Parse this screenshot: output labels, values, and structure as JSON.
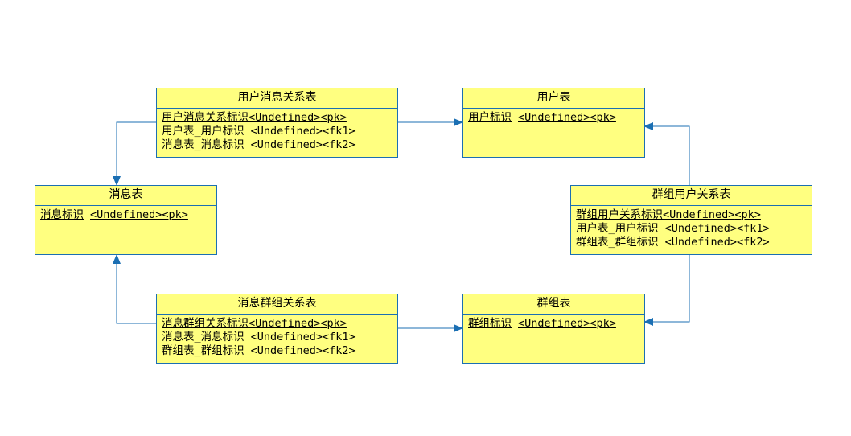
{
  "colors": {
    "entity_fill": "#ffff80",
    "entity_border": "#1b6fb3",
    "connector": "#1b6fb3"
  },
  "entities": {
    "user_msg_rel": {
      "title": "用户消息关系表",
      "attrs": [
        {
          "name": "用户消息关系标识",
          "type": "<Undefined>",
          "key": "<pk>"
        },
        {
          "name": "用户表_用户标识",
          "type": "<Undefined>",
          "key": "<fk1>"
        },
        {
          "name": "消息表_消息标识",
          "type": "<Undefined>",
          "key": "<fk2>"
        }
      ]
    },
    "user": {
      "title": "用户表",
      "attrs": [
        {
          "name": "用户标识",
          "type": "<Undefined>",
          "key": "<pk>"
        }
      ]
    },
    "message": {
      "title": "消息表",
      "attrs": [
        {
          "name": "消息标识",
          "type": "<Undefined>",
          "key": "<pk>"
        }
      ]
    },
    "group_user_rel": {
      "title": "群组用户关系表",
      "attrs": [
        {
          "name": "群组用户关系标识",
          "type": "<Undefined>",
          "key": "<pk>"
        },
        {
          "name": "用户表_用户标识",
          "type": "<Undefined>",
          "key": "<fk1>"
        },
        {
          "name": "群组表_群组标识",
          "type": "<Undefined>",
          "key": "<fk2>"
        }
      ]
    },
    "msg_group_rel": {
      "title": "消息群组关系表",
      "attrs": [
        {
          "name": "消息群组关系标识",
          "type": "<Undefined>",
          "key": "<pk>"
        },
        {
          "name": "消息表_消息标识",
          "type": "<Undefined>",
          "key": "<fk1>"
        },
        {
          "name": "群组表_群组标识",
          "type": "<Undefined>",
          "key": "<fk2>"
        }
      ]
    },
    "group": {
      "title": "群组表",
      "attrs": [
        {
          "name": "群组标识",
          "type": "<Undefined>",
          "key": "<pk>"
        }
      ]
    }
  },
  "relations": [
    {
      "from": "user_msg_rel",
      "to": "user"
    },
    {
      "from": "user_msg_rel",
      "to": "message"
    },
    {
      "from": "msg_group_rel",
      "to": "message"
    },
    {
      "from": "msg_group_rel",
      "to": "group"
    },
    {
      "from": "group_user_rel",
      "to": "user"
    },
    {
      "from": "group_user_rel",
      "to": "group"
    }
  ]
}
